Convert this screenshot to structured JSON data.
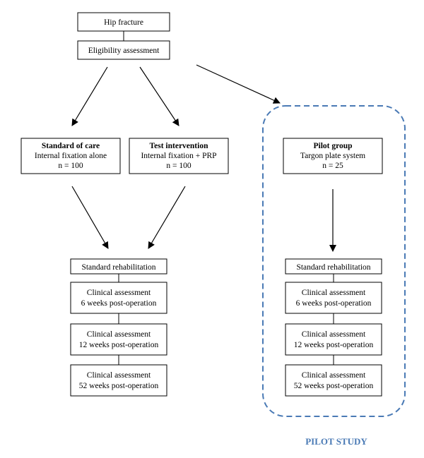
{
  "boxes": {
    "hip_fracture": "Hip fracture",
    "eligibility": "Eligibility assessment",
    "standard_of_care": {
      "title": "Standard of care",
      "line1": "Internal fixation alone",
      "line2": "n = 100"
    },
    "test_intervention": {
      "title": "Test intervention",
      "line1": "Internal fixation + PRP",
      "line2": "n = 100"
    },
    "pilot_group": {
      "title": "Pilot group",
      "line1": "Targon plate system",
      "line2": "n = 25"
    },
    "main_track": {
      "rehab": "Standard rehabilitation",
      "assess_6": {
        "line1": "Clinical assessment",
        "line2": "6 weeks post-operation"
      },
      "assess_12": {
        "line1": "Clinical assessment",
        "line2": "12 weeks post-operation"
      },
      "assess_52": {
        "line1": "Clinical assessment",
        "line2": "52 weeks post-operation"
      }
    },
    "pilot_track": {
      "rehab": "Standard rehabilitation",
      "assess_6": {
        "line1": "Clinical assessment",
        "line2": "6 weeks post-operation"
      },
      "assess_12": {
        "line1": "Clinical assessment",
        "line2": "12 weeks post-operation"
      },
      "assess_52": {
        "line1": "Clinical assessment",
        "line2": "52 weeks post-operation"
      }
    }
  },
  "pilot_region_label": "PILOT STUDY",
  "colors": {
    "pilot_border": "#4a7ab5",
    "box_border": "#000000"
  }
}
